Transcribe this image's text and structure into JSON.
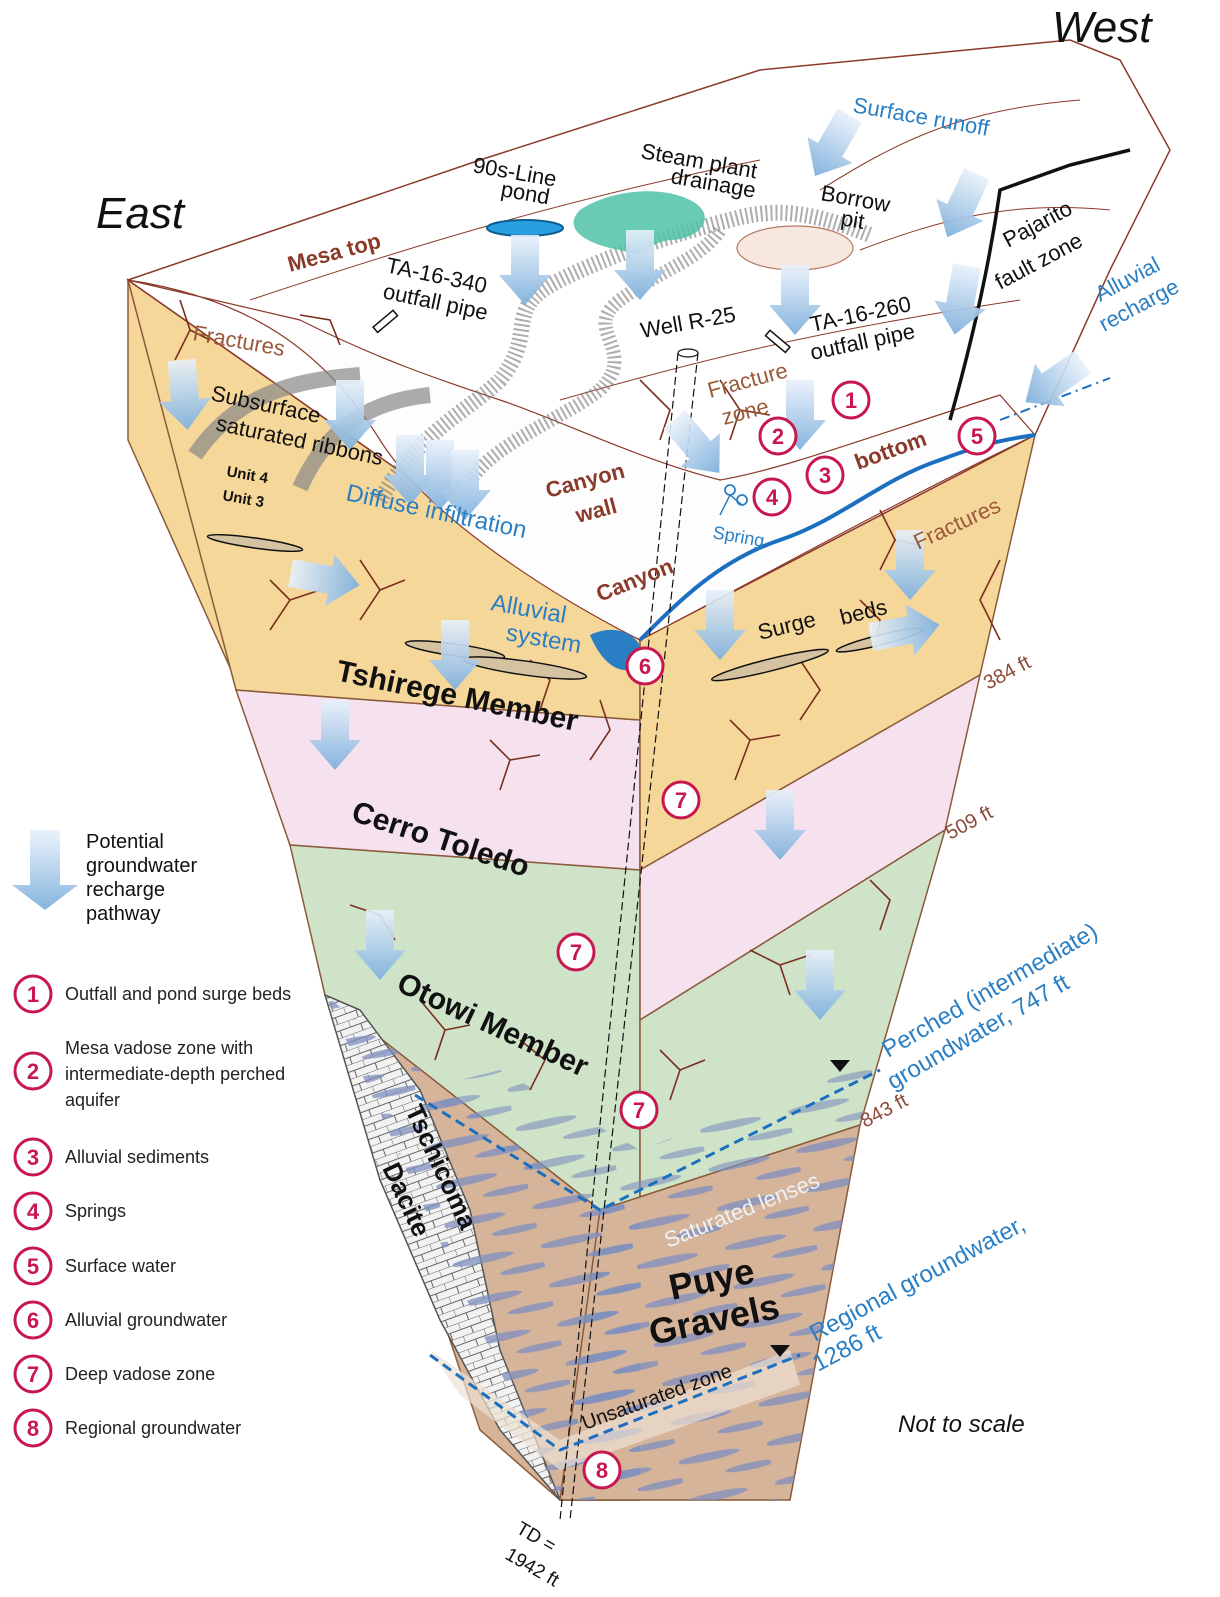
{
  "orientation": {
    "west": "West",
    "east": "East"
  },
  "surface_labels": {
    "surface_runoff": "Surface runoff",
    "steam_plant_drainage_1": "Steam plant",
    "steam_plant_drainage_2": "drainage",
    "pond_1": "90s-Line",
    "pond_2": "pond",
    "borrow_pit_1": "Borrow",
    "borrow_pit_2": "pit",
    "mesa_top": "Mesa top",
    "outfall_340_1": "TA-16-340",
    "outfall_340_2": "outfall pipe",
    "outfall_260_1": "TA-16-260",
    "outfall_260_2": "outfall pipe",
    "well": "Well R-25",
    "pajarito_1": "Pajarito",
    "pajarito_2": "fault zone",
    "alluvial_recharge_1": "Alluvial",
    "alluvial_recharge_2": "recharge",
    "fractures_left": "Fractures",
    "fractures_right": "Fractures",
    "fracture_zone_1": "Fracture",
    "fracture_zone_2": "zone",
    "subsurface_1": "Subsurface",
    "subsurface_2": "saturated ribbons",
    "unit4": "Unit 4",
    "unit3": "Unit 3",
    "diffuse": "Diffuse infiltration",
    "canyon_wall_1": "Canyon",
    "canyon_wall_2": "wall",
    "canyon": "Canyon",
    "bottom": "bottom",
    "spring": "Spring",
    "alluvial_system_1": "Alluvial",
    "alluvial_system_2": "system",
    "surge": "Surge",
    "beds": "beds"
  },
  "units": {
    "tshirege": "Tshirege Member",
    "cerro": "Cerro Toledo",
    "otowi": "Otowi Member",
    "tschicoma_1": "Tschicoma",
    "tschicoma_2": "Dacite",
    "puye_1": "Puye",
    "puye_2": "Gravels"
  },
  "depths": {
    "d384": "384 ft",
    "d509": "509 ft",
    "d843": "843 ft",
    "td_1": "TD =",
    "td_2": "1942 ft"
  },
  "water_labels": {
    "perched_1": "Perched (intermediate)",
    "perched_2": "groundwater, 747 ft",
    "saturated_lenses": "Saturated lenses",
    "regional_1": "Regional groundwater,",
    "regional_2": "1286 ft",
    "unsaturated": "Unsaturated zone"
  },
  "markers": [
    "1",
    "2",
    "3",
    "4",
    "5",
    "6",
    "7",
    "7",
    "7",
    "8"
  ],
  "legend": {
    "pathway_1": "Potential",
    "pathway_2": "groundwater",
    "pathway_3": "recharge",
    "pathway_4": "pathway",
    "items": [
      {
        "num": "1",
        "text": "Outfall and pond surge beds"
      },
      {
        "num": "2",
        "text": "Mesa vadose zone with",
        "text2": "intermediate-depth perched",
        "text3": "aquifer"
      },
      {
        "num": "3",
        "text": "Alluvial sediments"
      },
      {
        "num": "4",
        "text": "Springs"
      },
      {
        "num": "5",
        "text": "Surface water"
      },
      {
        "num": "6",
        "text": "Alluvial groundwater"
      },
      {
        "num": "7",
        "text": "Deep vadose zone"
      },
      {
        "num": "8",
        "text": "Regional groundwater"
      }
    ]
  },
  "not_to_scale": "Not to scale",
  "colors": {
    "tshirege": "#f6d79a",
    "cerro": "#f6e2ee",
    "otowi": "#cfe3c9",
    "puye": "#d6b49a",
    "water_blue": "#2a7fc4",
    "marker": "#c8174f",
    "fracture": "#7a2e1f"
  }
}
